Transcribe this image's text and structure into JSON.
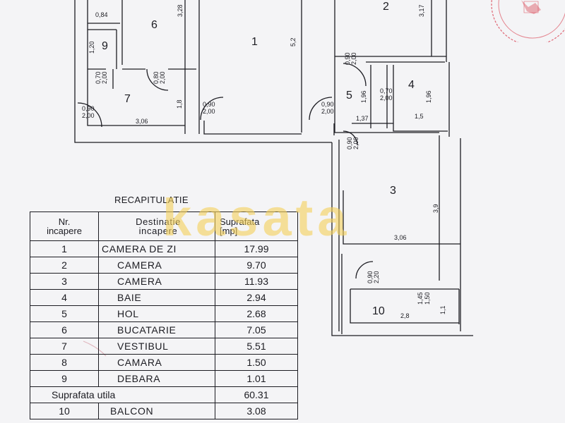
{
  "plan": {
    "rooms": [
      "1",
      "2",
      "3",
      "4",
      "5",
      "6",
      "7",
      "9",
      "10"
    ],
    "dims": {
      "d084": "0,84",
      "d328": "3,28",
      "d52": "5,2",
      "d317": "3,17",
      "d120": "1,20",
      "d196a": "1,96",
      "d196b": "1,96",
      "d18": "1,8",
      "d306a": "3,06",
      "d137": "1,37",
      "d15": "1,5",
      "d39": "3,9",
      "d306b": "3,06",
      "d145": "1,45",
      "d150": "1,50",
      "d28": "2,8",
      "d11": "1,1"
    },
    "doors": [
      {
        "w": "0,70",
        "h": "2,00"
      },
      {
        "w": "0,80",
        "h": "2,00"
      },
      {
        "w": "0,90",
        "h": "2,00"
      },
      {
        "w": "0,90",
        "h": "2,00"
      },
      {
        "w": "0,90",
        "h": "2,00"
      },
      {
        "w": "0,90",
        "h": "2,00"
      },
      {
        "w": "0,70",
        "h": "2,00"
      },
      {
        "w": "0,90",
        "h": "2,00"
      },
      {
        "w": "0,90",
        "h": "2,20"
      }
    ]
  },
  "recap": {
    "title": "RECAPITULATIE",
    "headers": [
      [
        "Nr.",
        "incapere"
      ],
      [
        "Destinatie",
        "incapere"
      ],
      [
        "Suprafata",
        "[mp]"
      ]
    ],
    "rows": [
      {
        "nr": "1",
        "dest": "CAMERA DE ZI",
        "area": "17.99"
      },
      {
        "nr": "2",
        "dest": "CAMERA",
        "area": "9.70"
      },
      {
        "nr": "3",
        "dest": "CAMERA",
        "area": "11.93"
      },
      {
        "nr": "4",
        "dest": "BAIE",
        "area": "2.94"
      },
      {
        "nr": "5",
        "dest": "HOL",
        "area": "2.68"
      },
      {
        "nr": "6",
        "dest": "BUCATARIE",
        "area": "7.05"
      },
      {
        "nr": "7",
        "dest": "VESTIBUL",
        "area": "5.51"
      },
      {
        "nr": "8",
        "dest": "CAMARA",
        "area": "1.50"
      },
      {
        "nr": "9",
        "dest": "DEBARA",
        "area": "1.01"
      }
    ],
    "total_label": "Suprafata utila",
    "total_value": "60.31",
    "balcony": {
      "nr": "10",
      "dest": "BALCON",
      "area": "3.08"
    }
  },
  "watermark": "kasata",
  "colors": {
    "ink": "#1c1c22",
    "watermark": "#f3d05c",
    "stamp": "#d8384a",
    "paper": "#f4f4f6"
  }
}
